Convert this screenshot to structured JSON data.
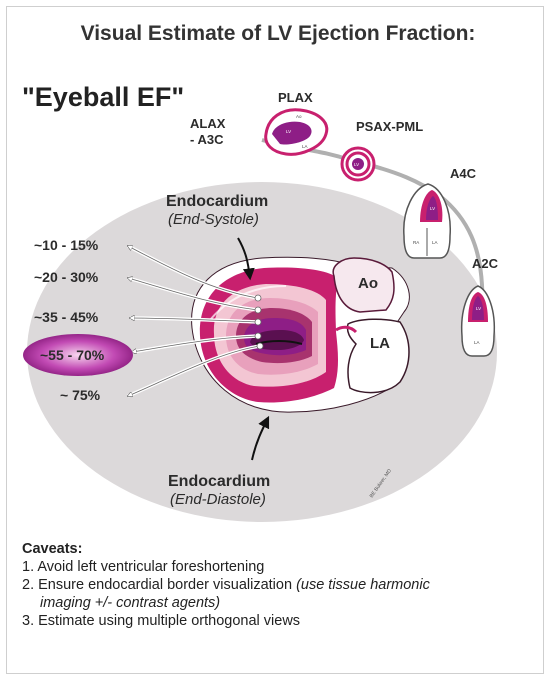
{
  "title": "Visual Estimate of LV Ejection Fraction:",
  "subtitle": "\"Eyeball EF\"",
  "views": [
    {
      "key": "plax",
      "label": "PLAX",
      "inner": [
        "Ao",
        "LV",
        "LA"
      ]
    },
    {
      "key": "alax",
      "label_line1": "ALAX",
      "label_line2": "- A3C"
    },
    {
      "key": "psax",
      "label": "PSAX-PML",
      "inner": [
        "LV"
      ]
    },
    {
      "key": "a4c",
      "label": "A4C",
      "inner": [
        "LV",
        "RA",
        "LA"
      ]
    },
    {
      "key": "a2c",
      "label": "A2C",
      "inner": [
        "LV",
        "LA"
      ]
    }
  ],
  "endocardium_systole": {
    "title": "Endocardium",
    "phase": "(End-Systole)"
  },
  "endocardium_diastole": {
    "title": "Endocardium",
    "phase": "(End-Diastole)"
  },
  "chambers": {
    "ao": "Ao",
    "la": "LA"
  },
  "ef_ranges": [
    {
      "label": "~10 - 15%",
      "highlighted": false
    },
    {
      "label": "~20 - 30%",
      "highlighted": false
    },
    {
      "label": "~35 - 45%",
      "highlighted": false
    },
    {
      "label": "~55 - 70%",
      "highlighted": true
    },
    {
      "label": "~ 75%",
      "highlighted": false
    }
  ],
  "credit": "BE Bulwer, MD",
  "caveats": {
    "heading": "Caveats:",
    "item1": "1. Avoid left ventricular foreshortening",
    "item2_main": "2. Ensure endocardial border visualization ",
    "item2_italic_a": "(use tissue  harmonic",
    "item2_italic_b": "imaging +/- contrast agents)",
    "item3": "3. Estimate using multiple orthogonal views"
  },
  "colors": {
    "magenta": "#c8206e",
    "purple": "#8e1e86",
    "deep_purple": "#5a1050",
    "pink_light": "#f3c6d3",
    "bg_ellipse": "#dcd9da"
  }
}
